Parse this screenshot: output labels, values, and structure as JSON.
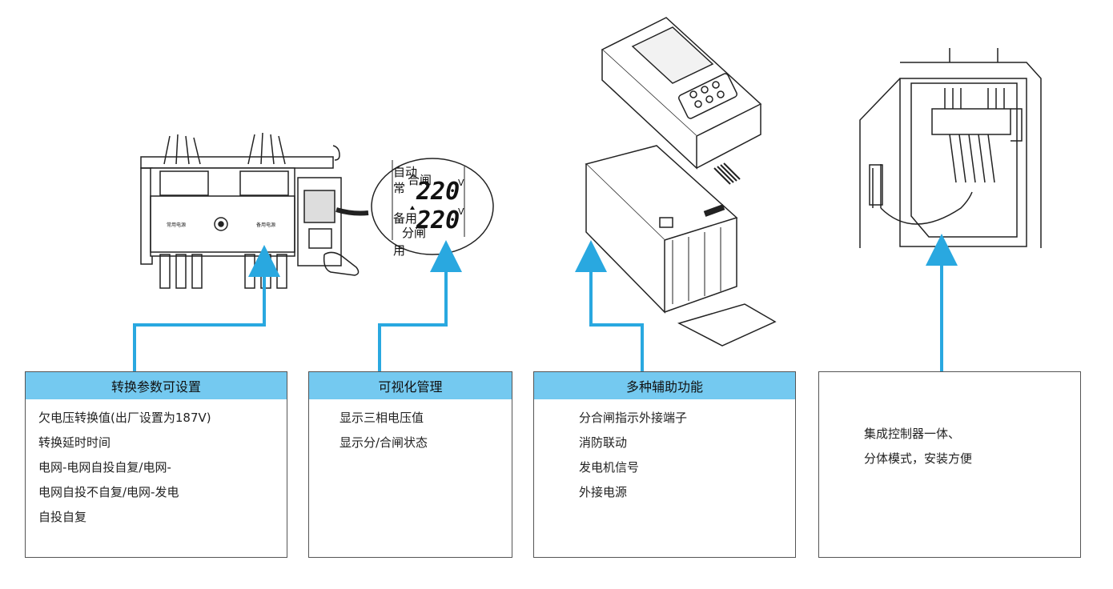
{
  "display": {
    "line1_label": "自动",
    "line1_label_b": "常",
    "line1_label_c": "合闸",
    "line1_value": "220",
    "unit_v": "V",
    "line2_label": "备用",
    "line2_label_b": "分闸",
    "line2_label_c": "用",
    "line2_value": "220"
  },
  "panels": [
    {
      "title": "转换参数可设置",
      "lines": [
        "欠电压转换值(出厂设置为187V)",
        "转换延时时间",
        "电网-电网自投自复/电网-",
        "电网自投不自复/电网-发电",
        "自投自复"
      ]
    },
    {
      "title": "可视化管理",
      "lines": [
        "显示三相电压值",
        "显示分/合闸状态"
      ]
    },
    {
      "title": "多种辅助功能",
      "lines": [
        "分合闸指示外接端子",
        "消防联动",
        "发电机信号",
        "外接电源"
      ]
    },
    {
      "title": "",
      "lines": [
        "集成控制器一体、",
        "分体模式，安装方便"
      ]
    }
  ],
  "colors": {
    "accent": "#29a8e0",
    "header": "#74c9f0",
    "line": "#333333"
  }
}
